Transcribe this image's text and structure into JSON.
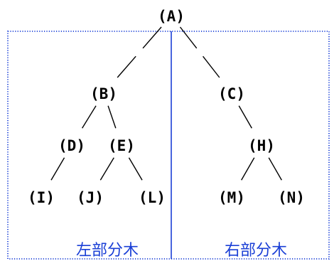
{
  "tree": {
    "nodes": {
      "A": "(A)",
      "B": "(B)",
      "C": "(C)",
      "D": "(D)",
      "E": "(E)",
      "H": "(H)",
      "I": "(I)",
      "J": "(J)",
      "L": "(L)",
      "M": "(M)",
      "N": "(N)"
    },
    "edges": [
      [
        "A",
        "B"
      ],
      [
        "A",
        "C"
      ],
      [
        "B",
        "D"
      ],
      [
        "B",
        "E"
      ],
      [
        "C",
        "H"
      ],
      [
        "D",
        "I"
      ],
      [
        "E",
        "J"
      ],
      [
        "E",
        "L"
      ],
      [
        "H",
        "M"
      ],
      [
        "H",
        "N"
      ]
    ]
  },
  "regions": {
    "left_label": "左部分木",
    "right_label": "右部分木"
  },
  "colors": {
    "region_border": "#1a3fd6",
    "region_label": "#1a3fd6",
    "node_text": "#000000",
    "edge": "#000000"
  }
}
